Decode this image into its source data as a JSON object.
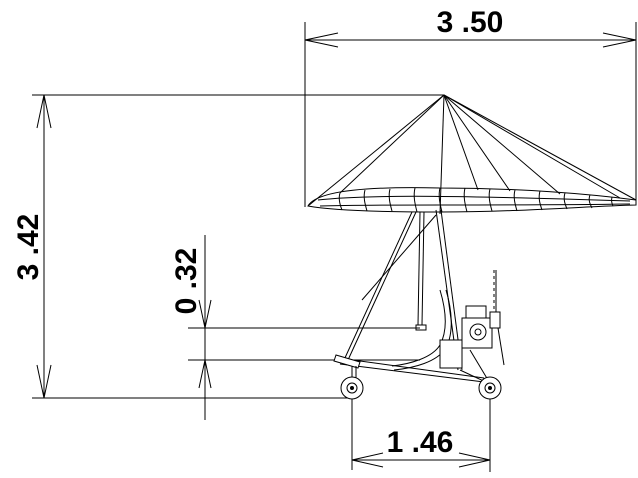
{
  "dimensions": {
    "wing_span": "3 .50",
    "total_height": "3 .42",
    "seat_offset": "0 .32",
    "wheel_base": "1 .46"
  }
}
